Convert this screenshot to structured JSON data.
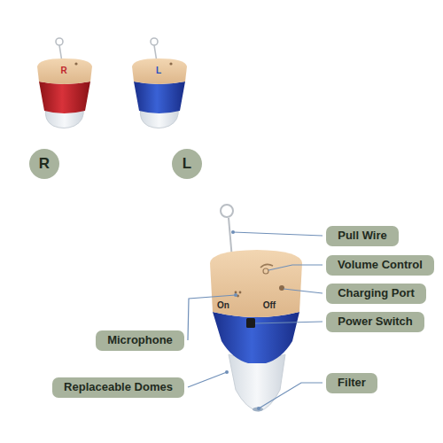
{
  "diagram": {
    "nodes": [
      {
        "text": [
          "R"
        ]
      },
      {
        "text": [
          "L"
        ]
      },
      {
        "text": [
          "Pull Wire"
        ]
      },
      {
        "text": [
          "Volume Control"
        ]
      },
      {
        "text": [
          "Charging Port"
        ]
      },
      {
        "text": [
          "Power Switch"
        ]
      },
      {
        "text": [
          "Microphone"
        ]
      },
      {
        "text": [
          "Replaceable Domes"
        ]
      },
      {
        "text": [
          "Filter"
        ]
      }
    ],
    "labels": [
      "R",
      "L",
      "On",
      "Off"
    ]
  }
}
